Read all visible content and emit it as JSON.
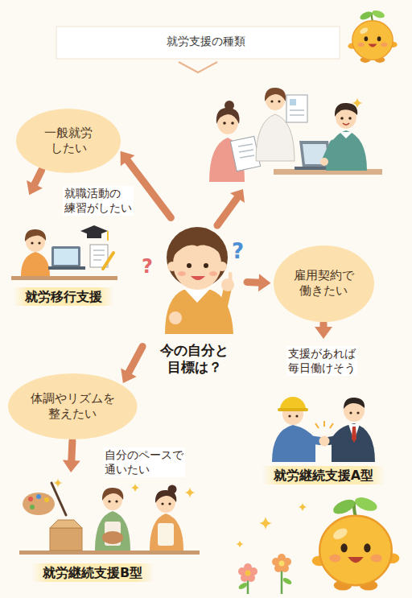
{
  "diagram": {
    "title": "就労支援の種類",
    "nodes": [
      {
        "text": [
          "一般就労 したい"
        ]
      },
      {
        "text": [
          "就労移行支援"
        ]
      },
      {
        "text": [
          "今の自分と 目標は？"
        ]
      },
      {
        "text": [
          "雇用契約で 働きたい"
        ]
      },
      {
        "text": [
          "体調やリズムを 整えたい"
        ]
      },
      {
        "text": [
          "就労継続支援A型"
        ]
      },
      {
        "text": [
          "就労継続支援B型"
        ]
      }
    ],
    "edges": [
      {
        "from": 2,
        "to": 0,
        "arrow": "to"
      },
      {
        "from": 0,
        "to": 1,
        "arrow": "to"
      },
      {
        "from": 2,
        "to": 3,
        "arrow": "to"
      },
      {
        "from": 3,
        "to": 5,
        "arrow": "to"
      },
      {
        "from": 2,
        "to": 4,
        "arrow": "to"
      },
      {
        "from": 4,
        "to": 6,
        "arrow": "to"
      }
    ],
    "labels": [
      "就職活動の 練習がしたい",
      "?",
      "?",
      "支援があれば 毎日働けそう",
      "自分のペースで 通いたい"
    ]
  }
}
